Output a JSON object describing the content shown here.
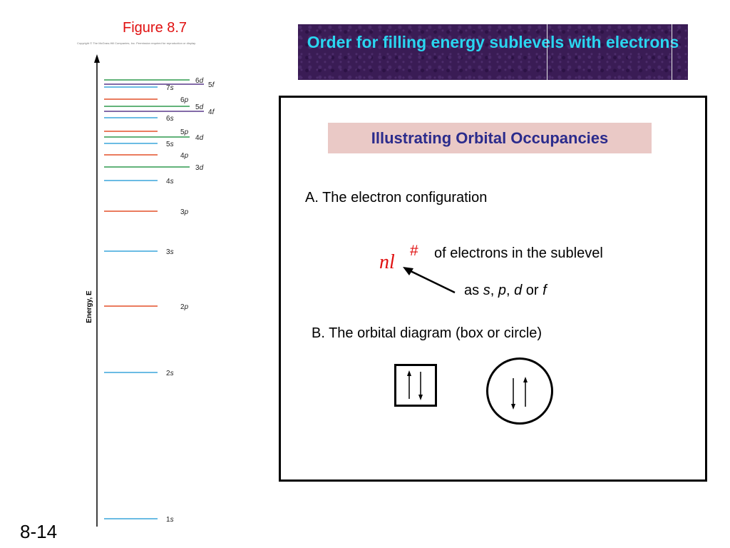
{
  "figure": {
    "caption": "Figure 8.7",
    "copyright": "Copyright © The McGraw-Hill Companies, Inc. Permission required for reproduction or display.",
    "axis_label": "Energy, E",
    "levels": [
      {
        "label": "1s",
        "color": "#3aa6dc"
      },
      {
        "label": "2s",
        "color": "#3aa6dc"
      },
      {
        "label": "2p",
        "color": "#e4502a"
      },
      {
        "label": "3s",
        "color": "#3aa6dc"
      },
      {
        "label": "3p",
        "color": "#e4502a"
      },
      {
        "label": "4s",
        "color": "#3aa6dc"
      },
      {
        "label": "3d",
        "color": "#2e9a4e"
      },
      {
        "label": "4p",
        "color": "#e4502a"
      },
      {
        "label": "5s",
        "color": "#3aa6dc"
      },
      {
        "label": "4d",
        "color": "#2e9a4e"
      },
      {
        "label": "5p",
        "color": "#e4502a"
      },
      {
        "label": "6s",
        "color": "#3aa6dc"
      },
      {
        "label": "4f",
        "color": "#5a3a8c"
      },
      {
        "label": "5d",
        "color": "#2e9a4e"
      },
      {
        "label": "6p",
        "color": "#e4502a"
      },
      {
        "label": "7s",
        "color": "#3aa6dc"
      },
      {
        "label": "5f",
        "color": "#5a3a8c"
      },
      {
        "label": "6d",
        "color": "#2e9a4e"
      }
    ]
  },
  "title": "Order for filling energy sublevels with electrons",
  "content": {
    "heading": "Illustrating Orbital Occupancies",
    "item_a": "A. The electron configuration",
    "symbol_n": "n",
    "symbol_l": "l",
    "symbol_hash": "#",
    "hash_description": "of electrons in the sublevel",
    "sublevel_prefix": "as ",
    "sublevel_s": "s",
    "sublevel_p": "p",
    "sublevel_d": "d",
    "sublevel_or": "or",
    "sublevel_f": "f",
    "item_b": "B. The orbital diagram (box or circle)"
  },
  "slide_number": "8-14"
}
